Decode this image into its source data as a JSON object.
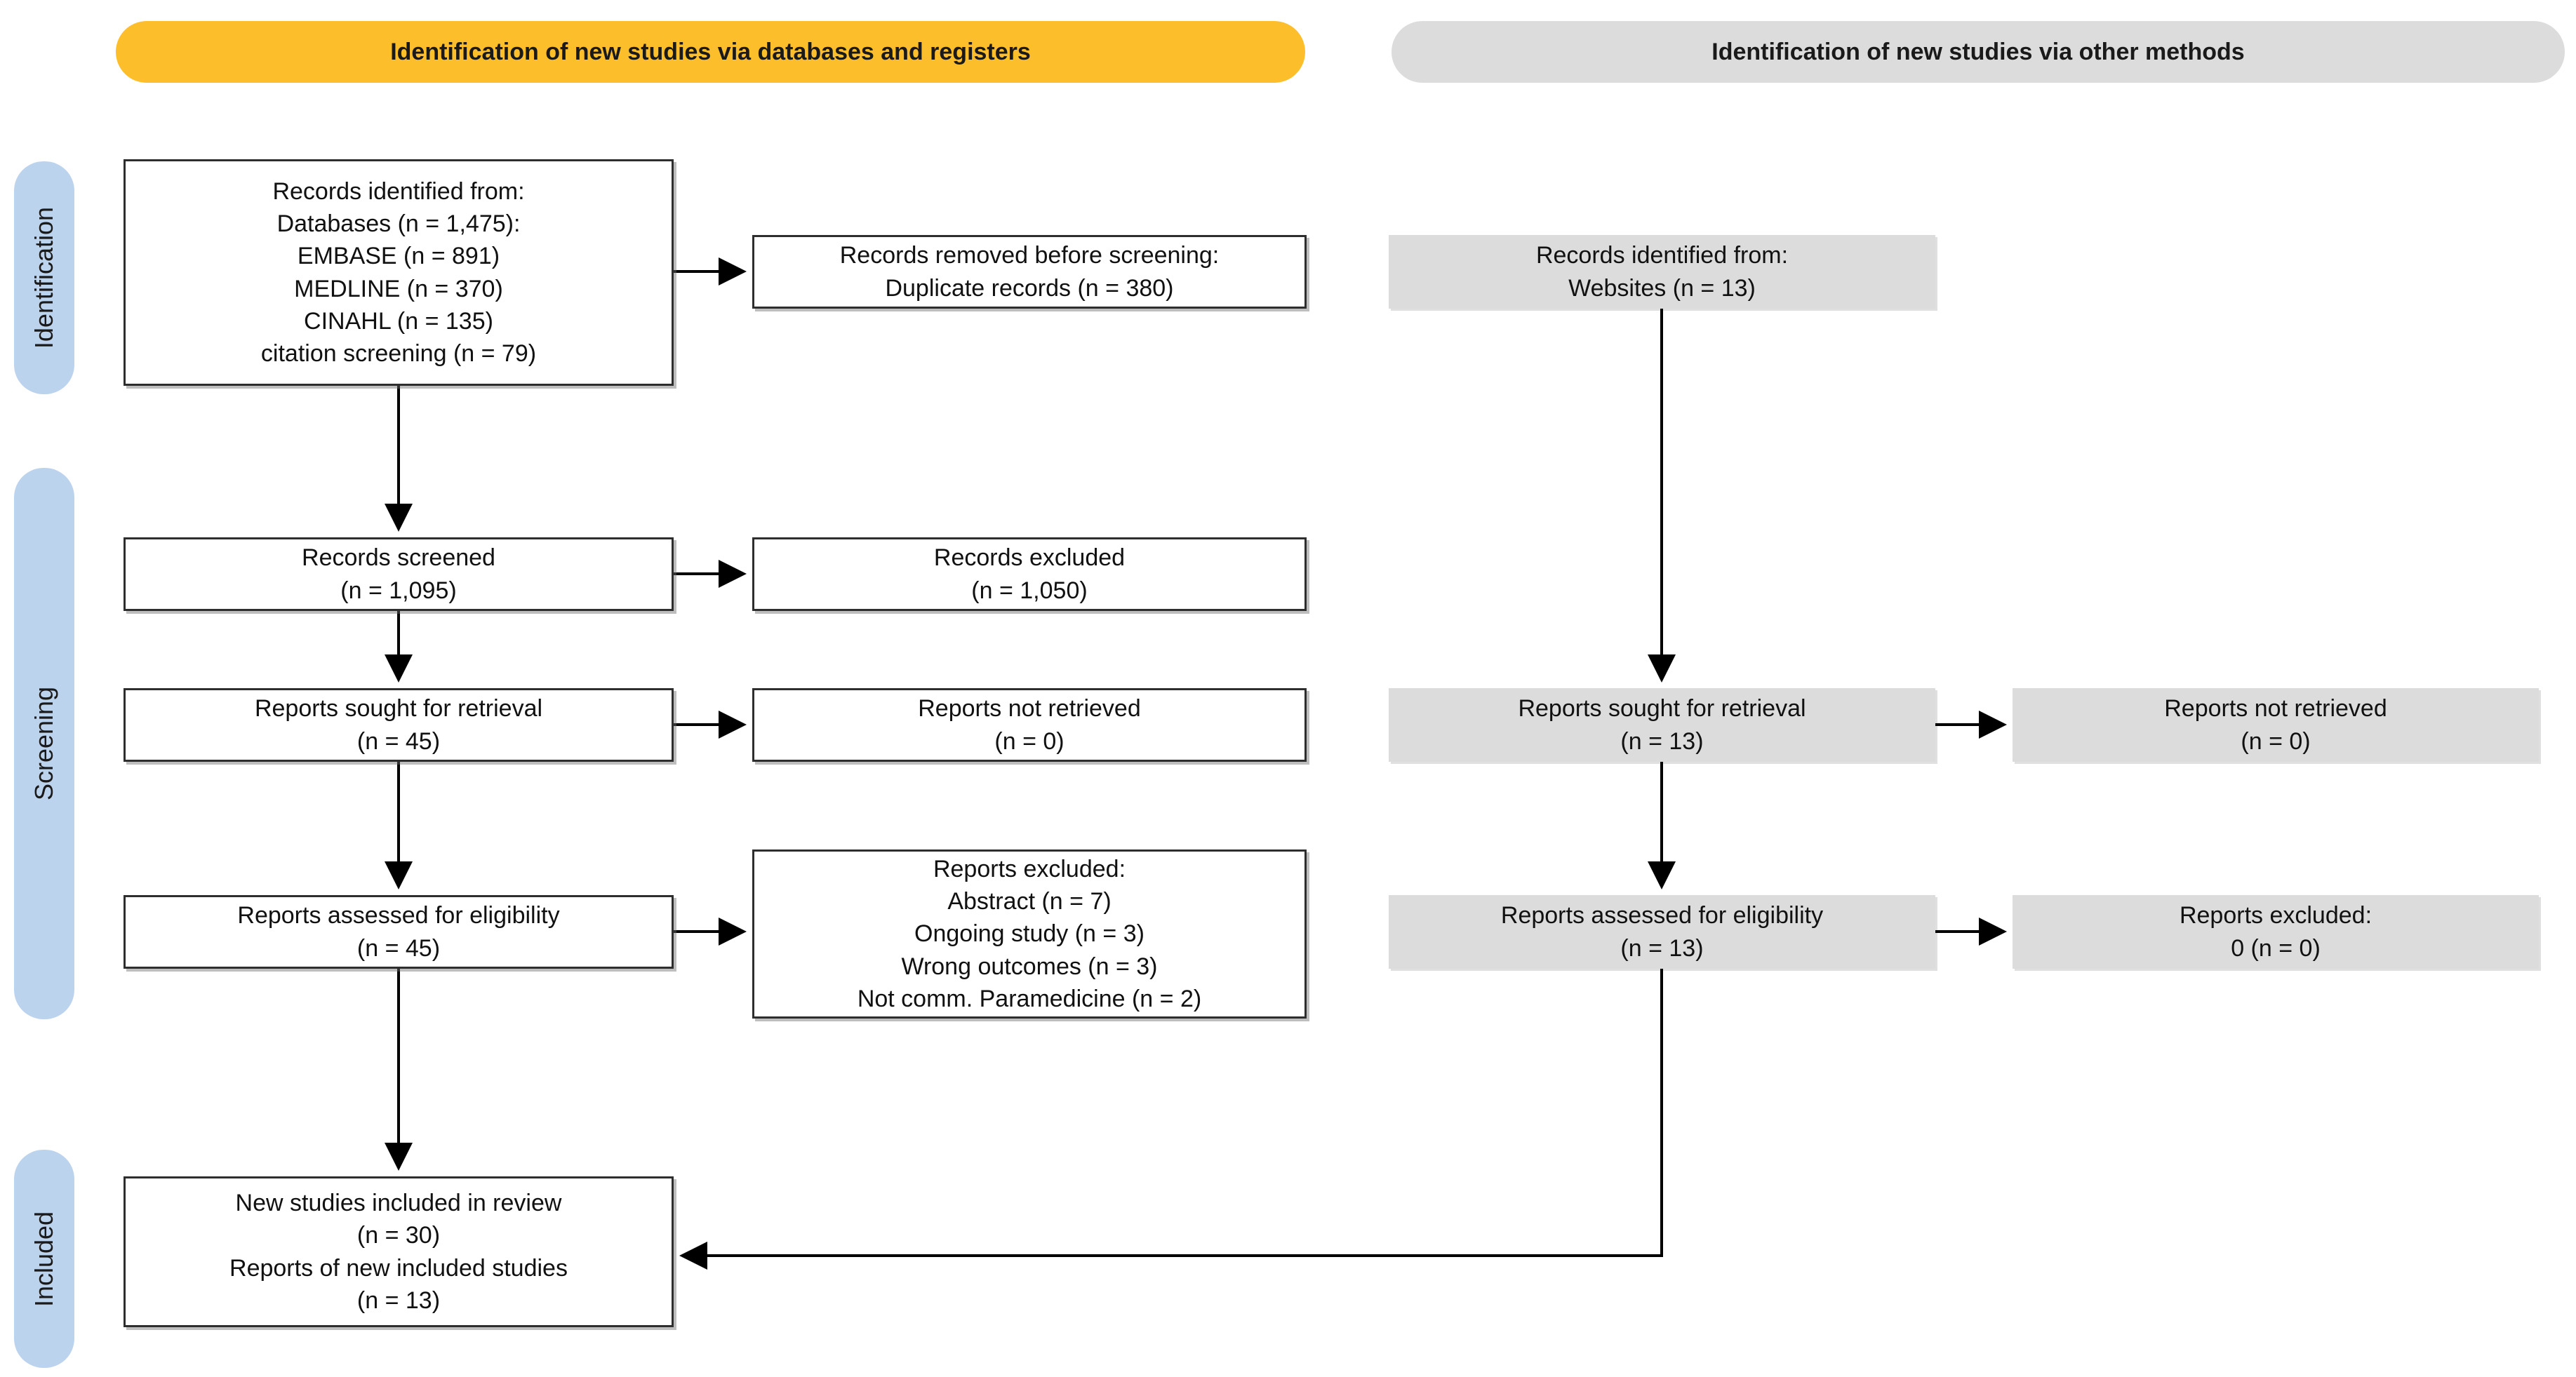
{
  "colors": {
    "banner-yellow": "#FDBE2B",
    "banner-gray": "#DCDCDC",
    "stage-blue": "#BCD3EE",
    "box-gray": "#DCDCDC",
    "box-border": "#2E2E2E",
    "arrow": "#000000"
  },
  "banners": {
    "databases": "Identification of new studies via databases and registers",
    "other_methods": "Identification of new studies via other methods"
  },
  "stages": {
    "identification": "Identification",
    "screening": "Screening",
    "included": "Included"
  },
  "boxes": {
    "records_identified_databases": "Records identified from:\nDatabases (n = 1,475):\nEMBASE (n = 891)\nMEDLINE (n = 370)\nCINAHL (n = 135)\ncitation screening (n = 79)",
    "records_removed_before_screening": "Records removed before screening:\nDuplicate records (n = 380)",
    "records_identified_websites": "Records identified from:\nWebsites (n = 13)",
    "records_screened": "Records screened\n(n = 1,095)",
    "records_excluded": "Records excluded\n(n = 1,050)",
    "reports_sought_databases": "Reports sought for retrieval\n(n = 45)",
    "reports_not_retrieved_databases": "Reports not retrieved\n(n = 0)",
    "reports_sought_websites": "Reports sought for retrieval\n(n = 13)",
    "reports_not_retrieved_websites": "Reports not retrieved\n(n = 0)",
    "reports_assessed_databases": "Reports assessed for eligibility\n(n = 45)",
    "reports_excluded_databases": "Reports excluded:\nAbstract (n = 7)\nOngoing study (n = 3)\nWrong outcomes (n = 3)\nNot comm. Paramedicine (n = 2)",
    "reports_assessed_websites": "Reports assessed for eligibility\n(n = 13)",
    "reports_excluded_websites": "Reports excluded:\n0 (n = 0)",
    "new_studies_included": "New studies included in review\n(n = 30)\nReports of new included studies\n(n = 13)"
  }
}
